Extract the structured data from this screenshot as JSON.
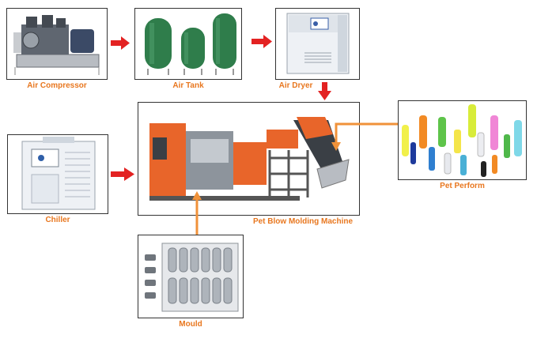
{
  "nodes": {
    "air_compressor": {
      "label": "Air Compressor"
    },
    "air_tank": {
      "label": "Air Tank"
    },
    "air_dryer": {
      "label": "Air Dryer"
    },
    "chiller": {
      "label": "Chiller"
    },
    "machine": {
      "label": "Pet Blow Molding Machine"
    },
    "preform": {
      "label": "Pet Perform"
    },
    "mould": {
      "label": "Mould"
    }
  },
  "colors": {
    "label": "#e8771f",
    "red_arrow": "#e32222",
    "orange_arrow": "#f0923a",
    "tank_green": "#2f7d4b",
    "machine_orange": "#e8652a"
  },
  "icons": {
    "air_compressor": "compressor-icon",
    "air_tank": "tank-icon",
    "air_dryer": "dryer-icon",
    "chiller": "chiller-icon",
    "machine": "blow-molding-machine-icon",
    "preform": "preform-icon",
    "mould": "mould-icon"
  }
}
